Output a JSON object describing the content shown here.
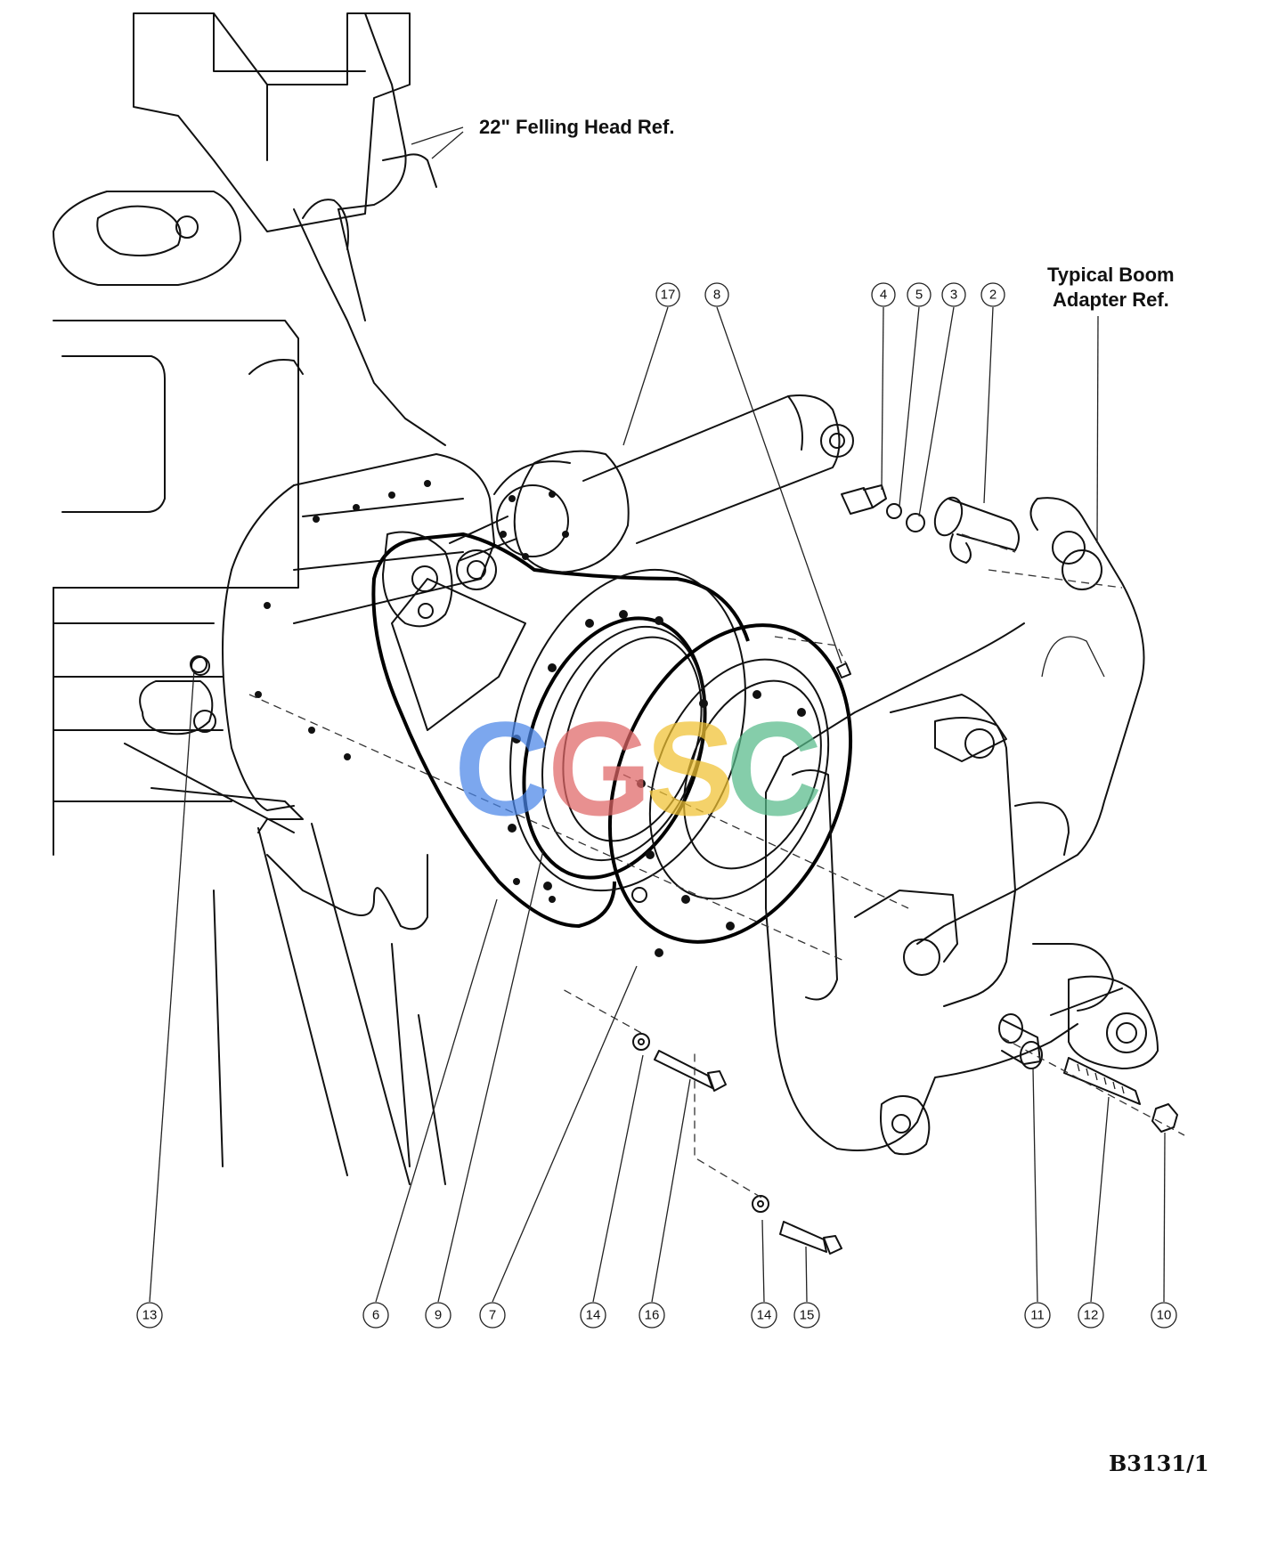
{
  "references": {
    "felling_head": "22\" Felling Head Ref.",
    "boom_adapter_line1": "Typical Boom",
    "boom_adapter_line2": "Adapter Ref."
  },
  "callouts": {
    "c17": "17",
    "c8": "8",
    "c4": "4",
    "c5": "5",
    "c3": "3",
    "c2": "2",
    "c13": "13",
    "c6": "6",
    "c9": "9",
    "c7": "7",
    "c14a": "14",
    "c16": "16",
    "c14b": "14",
    "c15": "15",
    "c11": "11",
    "c12": "12",
    "c10": "10"
  },
  "drawing_id": "B3131/1",
  "watermark": {
    "letters": [
      "C",
      "G",
      "S",
      "C"
    ],
    "colors": [
      "#4a86e8",
      "#e06666",
      "#f1c232",
      "#57bb8a"
    ]
  }
}
